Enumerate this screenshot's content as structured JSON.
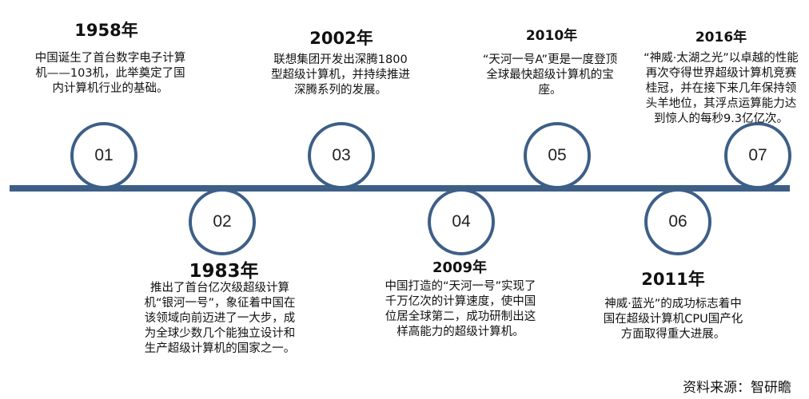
{
  "milestones": [
    {
      "num": "01",
      "year": "1958年",
      "text": "中国诞生了首台数字电子计算机——103机，此举奠定了国内计算机行业的基础。"
    },
    {
      "num": "02",
      "year": "1983年",
      "text": "推出了首台亿次级超级计算机“银河一号”，象征着中国在该领域向前迈进了一大步，成为全球少数几个能独立设计和生产超级计算机的国家之一。"
    },
    {
      "num": "03",
      "year": "2002年",
      "text": "联想集团开发出深腾1800型超级计算机，并持续推进深腾系列的发展。"
    },
    {
      "num": "04",
      "year": "2009年",
      "text": "中国打造的“天河一号”实现了千万亿次的计算速度，使中国位居全球第二，成功研制出这样高能力的超级计算机。"
    },
    {
      "num": "05",
      "year": "2010年",
      "text": "“天河一号A”更是一度登顶全球最快超级计算机的宝座。"
    },
    {
      "num": "06",
      "year": "2011年",
      "text": "神威·蓝光”的成功标志着中国在超级计算机CPU国产化方面取得重大进展。"
    },
    {
      "num": "07",
      "year": "2016年",
      "text": "“神威·太湖之光”以卓越的性能再次夺得世界超级计算机竞赛桂冠，并在接下来几年保持领头羊地位，其浮点运算能力达到惊人的每秒9.3亿亿次。"
    }
  ],
  "source": "资料来源：智研瞻",
  "colors": {
    "line": "#3d5f87"
  }
}
